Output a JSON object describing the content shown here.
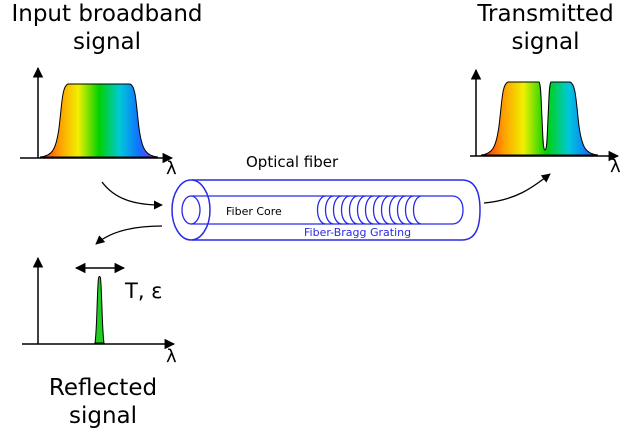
{
  "labels": {
    "input": [
      "Input broadband",
      "signal"
    ],
    "transmitted": [
      "Transmitted",
      "signal"
    ],
    "reflected": [
      "Reflected",
      "signal"
    ],
    "optical_fiber": "Optical fiber",
    "fiber_core": "Fiber Core",
    "grating": "Fiber-Bragg Grating",
    "reflected_shift": "T, ε",
    "axis_symbol": "λ"
  },
  "colors": {
    "fiber": "#2a2ae8",
    "grating_text": "#2a2ae8",
    "reflected_peak": "#22cc22",
    "axis": "#000000",
    "arrow": "#000000"
  },
  "icons": {
    "fiber_cylinder": "fiber-cylinder-icon",
    "flow_arrow": "curved-arrow-icon",
    "shift_arrow": "double-headed-arrow-icon"
  }
}
